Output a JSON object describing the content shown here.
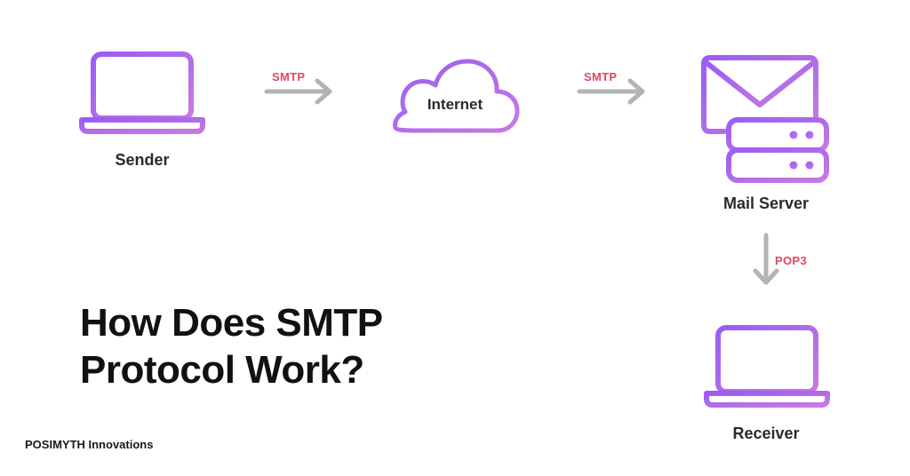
{
  "nodes": {
    "sender": {
      "label": "Sender",
      "icon": "laptop-icon"
    },
    "internet": {
      "label": "Internet",
      "icon": "cloud-icon"
    },
    "mail_server": {
      "label": "Mail Server",
      "icon": "mail-server-icon"
    },
    "receiver": {
      "label": "Receiver",
      "icon": "laptop-icon"
    }
  },
  "edges": [
    {
      "from": "sender",
      "to": "internet",
      "label": "SMTP"
    },
    {
      "from": "internet",
      "to": "mail_server",
      "label": "SMTP"
    },
    {
      "from": "mail_server",
      "to": "receiver",
      "label": "POP3"
    }
  ],
  "headline": {
    "line1": "How Does SMTP",
    "line2": "Protocol Work?"
  },
  "brand": "POSIMYTH Innovations",
  "colors": {
    "gradient_start": "#9a5cf5",
    "gradient_end": "#c77be0",
    "arrow": "#b3b3b3",
    "protocol_label": "#e4455e",
    "text": "#2a2a2a"
  }
}
